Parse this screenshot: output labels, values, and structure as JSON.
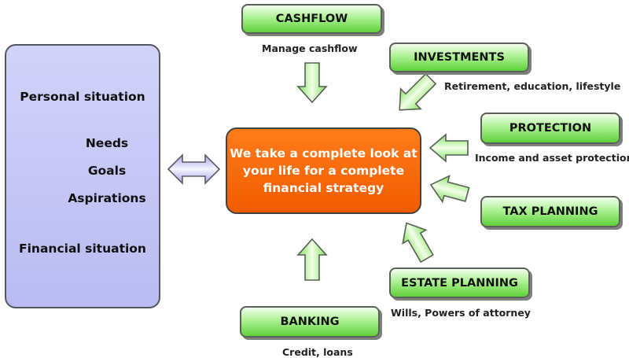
{
  "left_panel": {
    "items": [
      "Personal situation",
      "Needs",
      "Goals",
      "Aspirations",
      "Financial situation"
    ]
  },
  "center": {
    "lines": [
      "We take a complete look at",
      "your life for a complete",
      "financial strategy"
    ]
  },
  "services": [
    {
      "label": "CASHFLOW",
      "caption": "Manage cashflow"
    },
    {
      "label": "INVESTMENTS",
      "caption": "Retirement, education, lifestyle"
    },
    {
      "label": "PROTECTION",
      "caption": "Income and asset protection"
    },
    {
      "label": "TAX PLANNING",
      "caption": ""
    },
    {
      "label": "ESTATE PLANNING",
      "caption": "Wills, Powers of attorney"
    },
    {
      "label": "BANKING",
      "caption": "Credit, loans"
    }
  ],
  "colors": {
    "left_panel": "#c4c6f6",
    "center_box": "#f86800",
    "service_box": "#a8f08e",
    "arrow_green": "#a8f08e",
    "arrow_purple": "#c8caf4"
  }
}
